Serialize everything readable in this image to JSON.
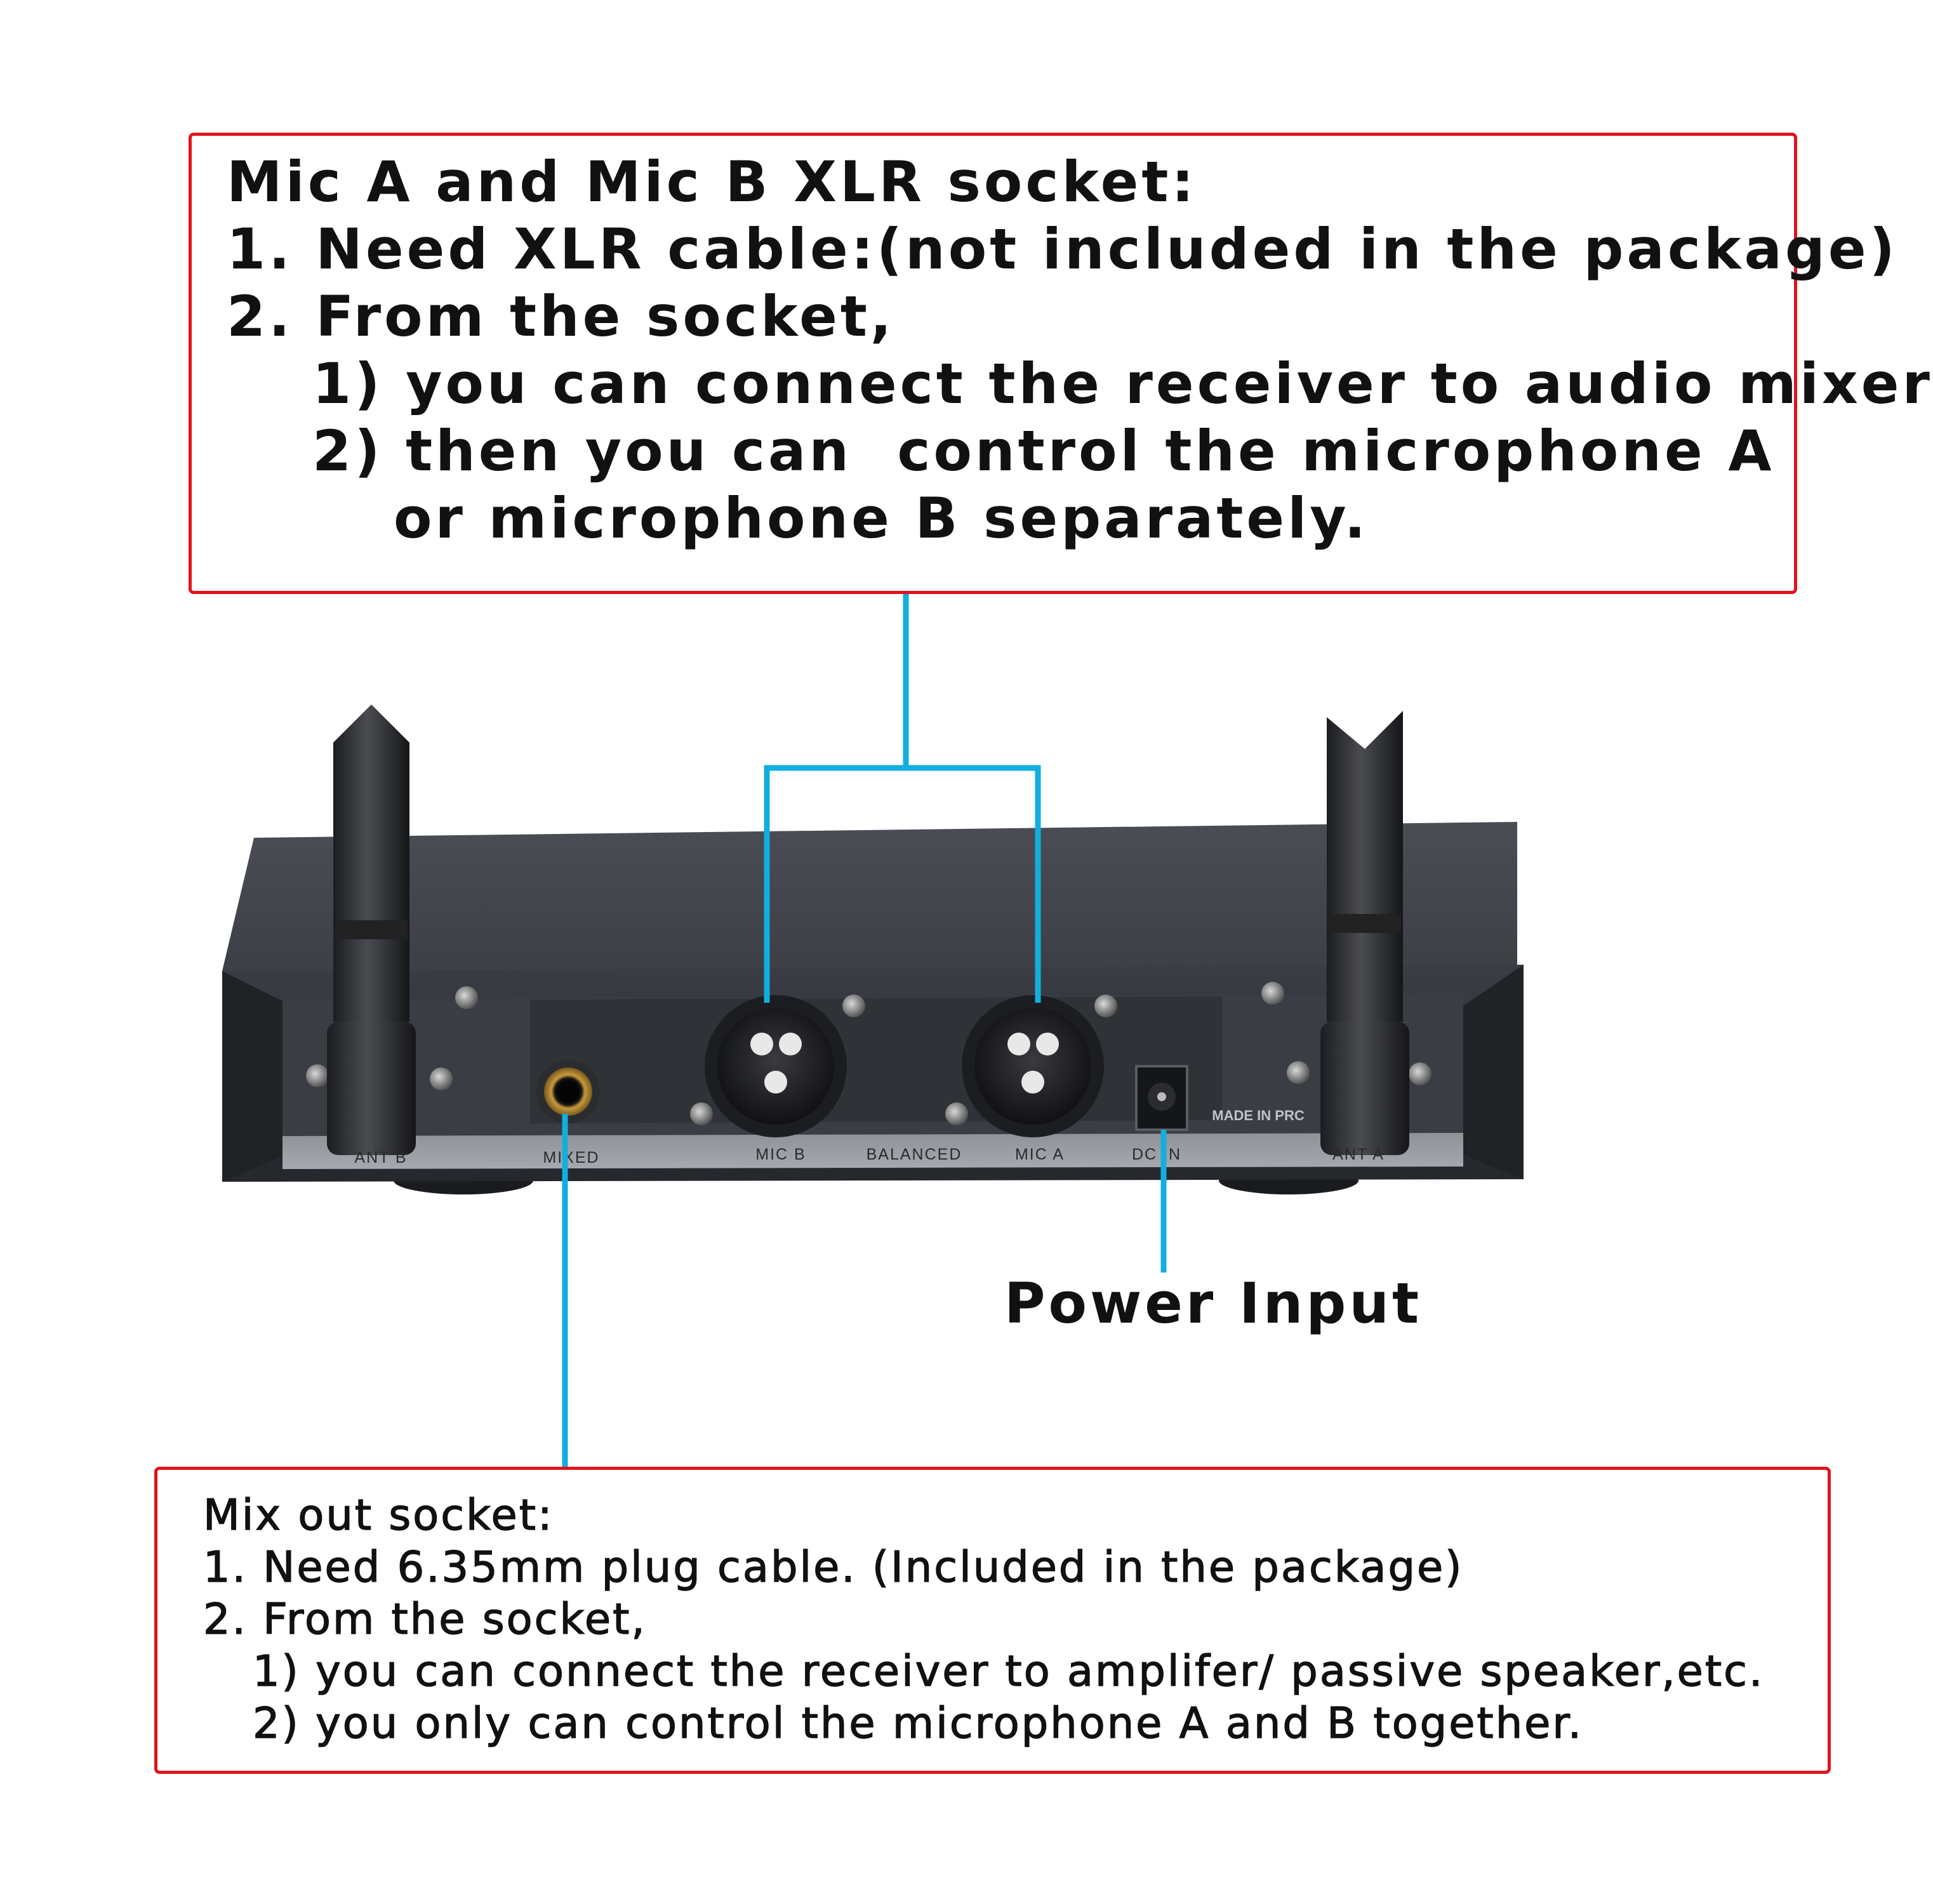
{
  "xlr_callout": {
    "lines": [
      "Mic A and Mic B XLR socket:",
      "1. Need XLR cable:(not included in the package)",
      "2. From the socket,",
      "1) you can connect the receiver to audio mixer",
      "2) then you can  control the microphone A",
      "or microphone B separately."
    ]
  },
  "mix_callout": {
    "lines": [
      "Mix out socket:",
      "1. Need 6.35mm plug cable. (Included in the package)",
      "2. From the socket,",
      "1) you can connect the receiver to amplifer/ passive speaker,etc.",
      "2) you only can control the microphone A and B together."
    ]
  },
  "power_label": "Power Input",
  "device_labels": {
    "ant_b": "ANT B",
    "mixed": "MIXED",
    "mic_b": "MIC B",
    "balanced": "BALANCED",
    "mic_a": "MIC A",
    "dc_in": "DC IN",
    "ant_a": "ANT A",
    "made_in": "MADE IN PRC"
  },
  "colors": {
    "callout_border": "#e0141e",
    "leader_line": "#12aee0",
    "device_body": "#2e3138",
    "panel_plate": "#9a9ea4"
  }
}
